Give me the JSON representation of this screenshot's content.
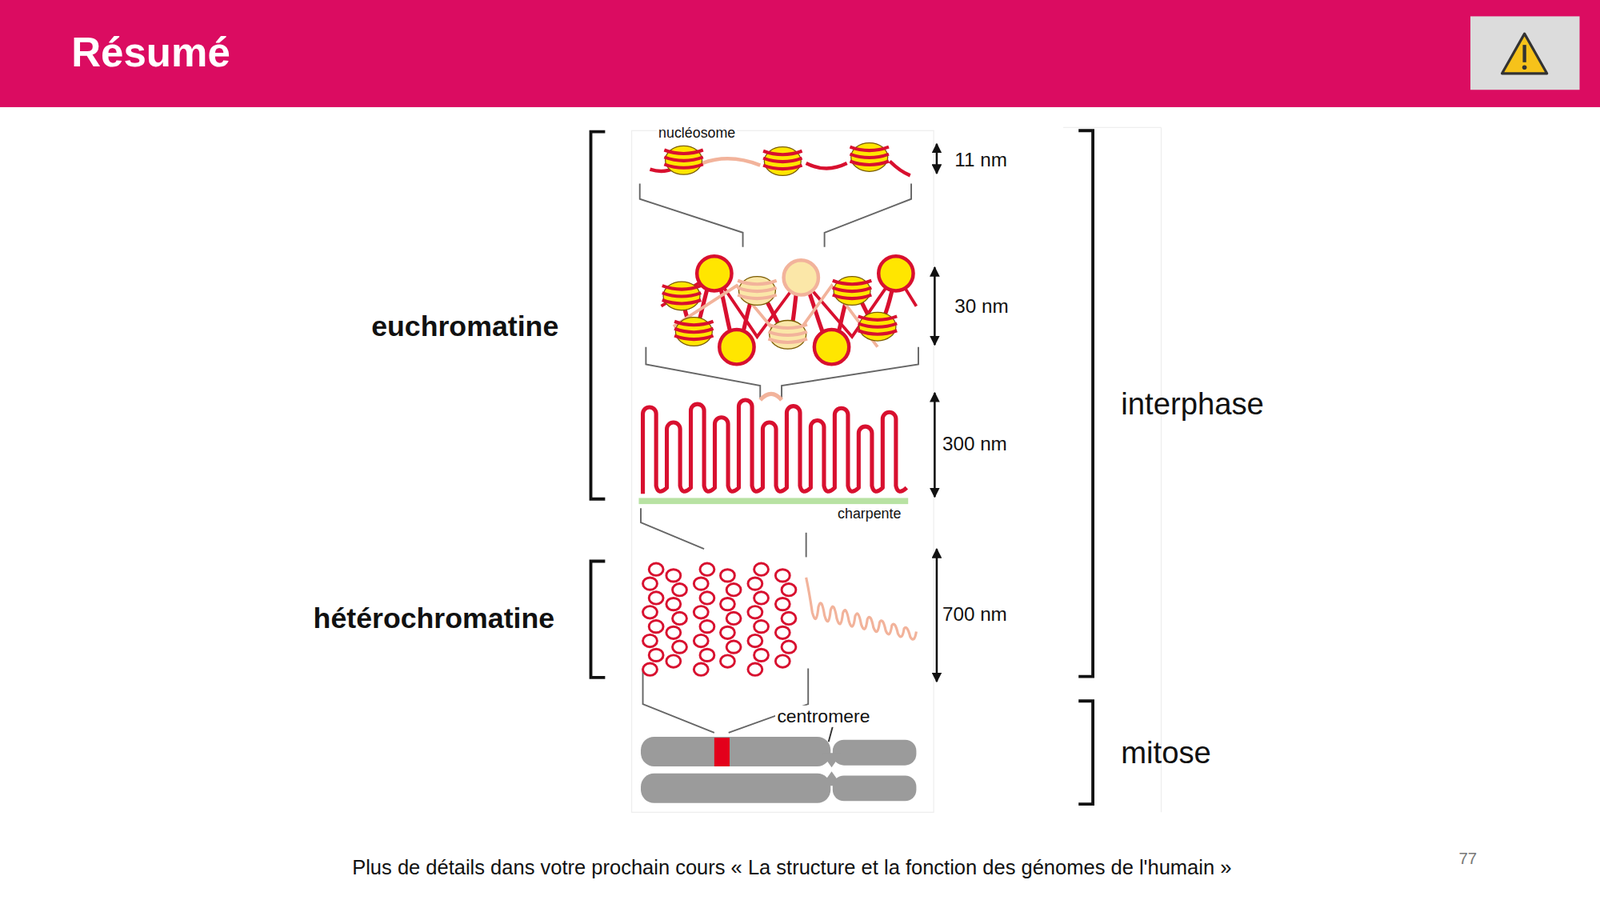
{
  "diagram": {
    "title": "Résumé",
    "caption": "Plus de détails dans votre prochain cours « La structure et la fonction des génomes de l'humain »",
    "labels": [
      "nucléosome",
      "11 nm",
      "30 nm",
      "euchromatine",
      "300 nm",
      "interphase",
      "charpente",
      "hétérochromatine",
      "700 nm",
      "centromere",
      "mitose",
      "77"
    ]
  }
}
